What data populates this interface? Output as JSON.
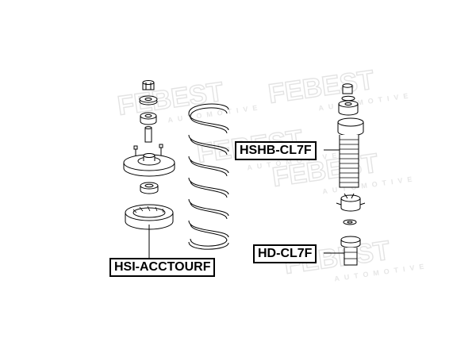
{
  "parts": [
    {
      "part_number": "HSHB-CL7F"
    },
    {
      "part_number": "HD-CL7F"
    },
    {
      "part_number": "HSI-ACCTOURF"
    }
  ],
  "watermark": {
    "brand": "FEBEST",
    "sub": "AUTOMOTIVE"
  },
  "colors": {
    "line": "#000000",
    "watermark": "#e6e6e6",
    "background": "#ffffff"
  }
}
